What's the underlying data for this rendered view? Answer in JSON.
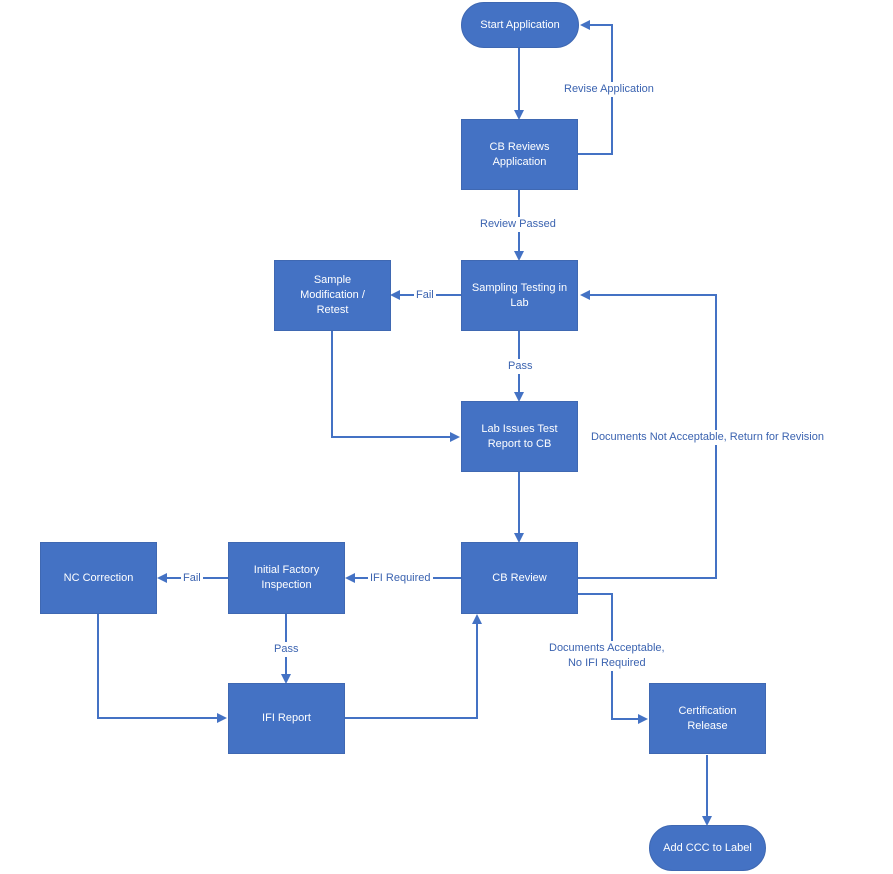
{
  "nodes": {
    "start": "Start Application",
    "cb_reviews_app": "CB Reviews Application",
    "sampling": "Sampling Testing in Lab",
    "sample_mod": "Sample Modification / Retest",
    "lab_report": "Lab Issues Test Report to CB",
    "cb_review": "CB Review",
    "ifi": "Initial Factory Inspection",
    "nc": "NC Correction",
    "ifi_report": "IFI Report",
    "cert": "Certification Release",
    "ccc": "Add CCC to Label"
  },
  "labels": {
    "revise": "Revise Application",
    "review_passed": "Review Passed",
    "fail1": "Fail",
    "pass1": "Pass",
    "not_acceptable": "Documents Not Acceptable, Return for Revision",
    "ifi_required": "IFI Required",
    "fail2": "Fail",
    "pass2": "Pass",
    "acceptable_1": "Documents Acceptable,",
    "acceptable_2": "No IFI Required"
  },
  "colors": {
    "fill": "#4472C4",
    "line": "#4472C4",
    "text": "#3B63B0"
  }
}
